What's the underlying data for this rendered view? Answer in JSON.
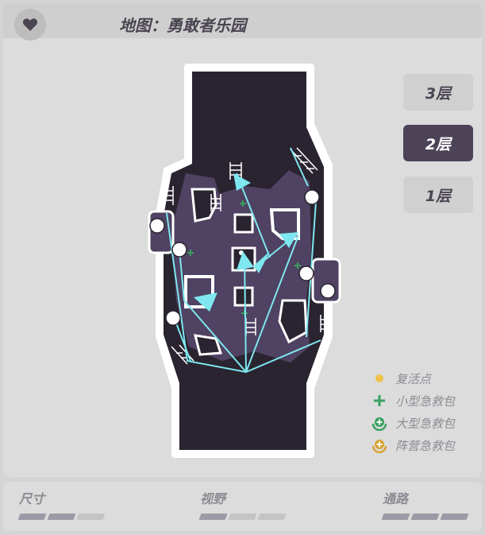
{
  "header": {
    "title": "地图：勇敢者乐园",
    "favorite_icon": "heart-icon"
  },
  "floors": [
    {
      "label": "3层",
      "active": false
    },
    {
      "label": "2层",
      "active": true
    },
    {
      "label": "1层",
      "active": false
    }
  ],
  "legend": [
    {
      "label": "复活点",
      "icon": "respawn-dot-icon",
      "color": "#f1c24a"
    },
    {
      "label": "小型急救包",
      "icon": "small-medkit-icon",
      "color": "#3aa060"
    },
    {
      "label": "大型急救包",
      "icon": "large-medkit-icon",
      "color": "#3aa060"
    },
    {
      "label": "阵营急救包",
      "icon": "faction-medkit-icon",
      "color": "#d9a336"
    }
  ],
  "stats": [
    {
      "label": "尺寸",
      "level": 2,
      "max": 3
    },
    {
      "label": "视野",
      "level": 1,
      "max": 3
    },
    {
      "label": "通路",
      "level": 3,
      "max": 3
    }
  ],
  "colors": {
    "accent": "#4d4357",
    "route": "#7ee7ef",
    "wall": "#2a2430",
    "floor": "#4f4262"
  }
}
